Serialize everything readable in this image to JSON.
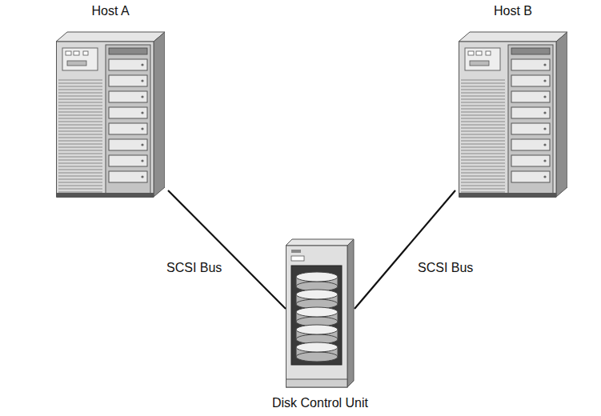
{
  "diagram": {
    "nodes": [
      {
        "text": [
          "Host A"
        ]
      },
      {
        "text": [
          "Host B"
        ]
      },
      {
        "text": [
          "Disk Control Unit"
        ]
      }
    ],
    "edges": [
      {
        "from": 0,
        "to": 2,
        "arrow": "none",
        "label": "SCSI Bus"
      },
      {
        "from": 1,
        "to": 2,
        "arrow": "none",
        "label": "SCSI Bus"
      }
    ]
  }
}
